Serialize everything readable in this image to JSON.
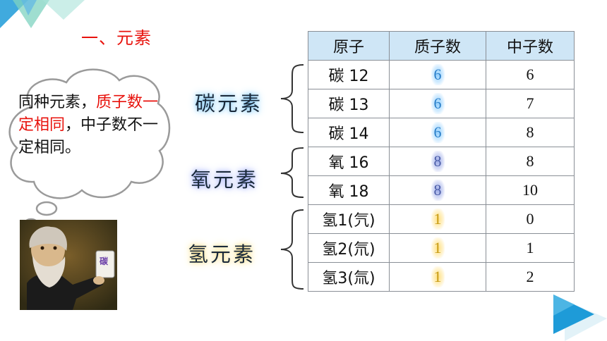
{
  "title": "一、元素",
  "bubble": {
    "parts": [
      {
        "text": "同种元素，",
        "emph": false
      },
      {
        "text": "质子数一定相同",
        "emph": true
      },
      {
        "text": "，中子数不一定相同。",
        "emph": false
      }
    ]
  },
  "portrait": {
    "card_text": "碳"
  },
  "groups": {
    "carbon": "碳元素",
    "oxygen": "氧元素",
    "hydrogen": "氢元素"
  },
  "table": {
    "headers": [
      "原子",
      "质子数",
      "中子数"
    ],
    "rows": [
      {
        "atom": "碳 12",
        "protons": "6",
        "neutrons": "6",
        "group": "carbon"
      },
      {
        "atom": "碳 13",
        "protons": "6",
        "neutrons": "7",
        "group": "carbon"
      },
      {
        "atom": "碳 14",
        "protons": "6",
        "neutrons": "8",
        "group": "carbon"
      },
      {
        "atom": "氧 16",
        "protons": "8",
        "neutrons": "8",
        "group": "oxygen"
      },
      {
        "atom": "氧 18",
        "protons": "8",
        "neutrons": "10",
        "group": "oxygen"
      },
      {
        "atom": "氢1(氕)",
        "protons": "1",
        "neutrons": "0",
        "group": "hydrogen"
      },
      {
        "atom": "氢2(氘)",
        "protons": "1",
        "neutrons": "1",
        "group": "hydrogen"
      },
      {
        "atom": "氢3(氚)",
        "protons": "1",
        "neutrons": "2",
        "group": "hydrogen"
      }
    ]
  },
  "colors": {
    "title_red": "#e8120c",
    "header_bg": "#cfe6f6",
    "carbon_glow": "#8ad0ff",
    "oxygen_glow": "#a7b4ff",
    "hydrogen_glow": "#ffe28a",
    "deco_blue": "#1e9bd8",
    "deco_green": "#7fd3c0"
  }
}
